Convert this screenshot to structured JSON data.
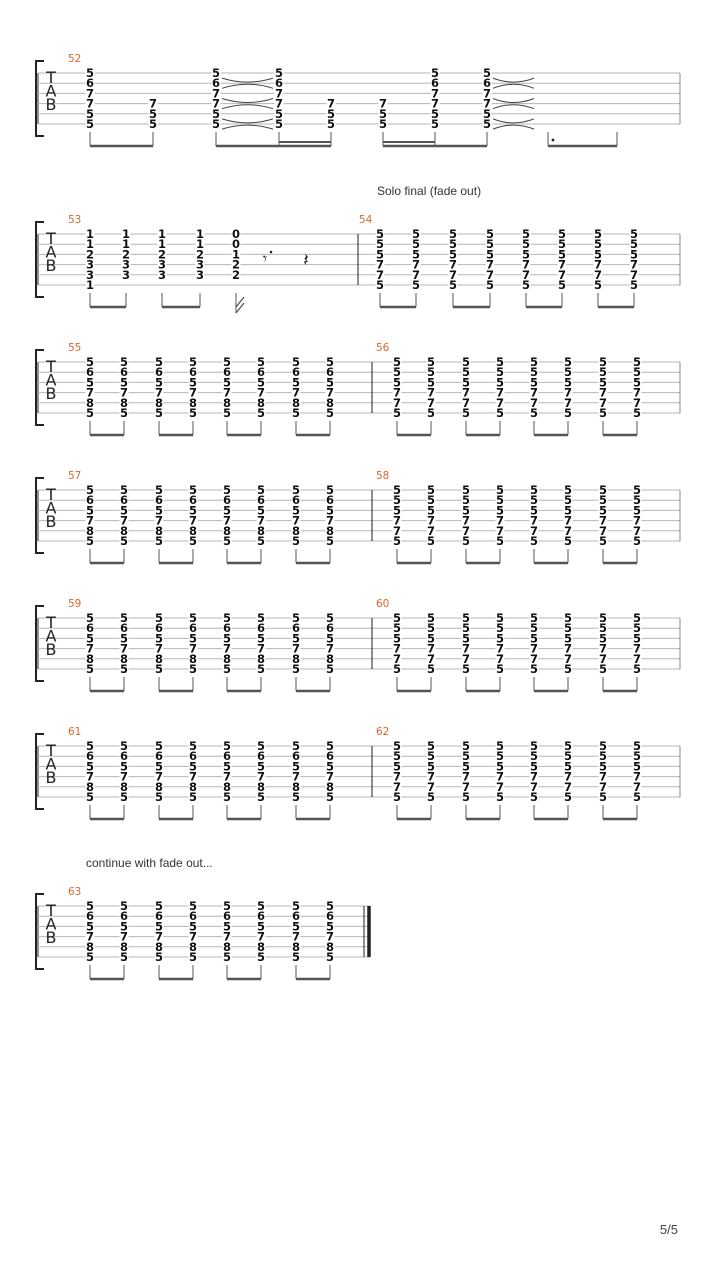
{
  "page_number": "5/5",
  "clef_letters": [
    "T",
    "A",
    "B"
  ],
  "annotations": {
    "solo": "Solo final (fade out)",
    "fade": "continue with fade out..."
  },
  "systems": [
    {
      "measures": [
        {
          "number": "52",
          "beats": [
            [
              "5",
              "6",
              "7",
              "7",
              "5",
              "5"
            ],
            [
              null,
              null,
              null,
              "7",
              "5",
              "5"
            ],
            [
              "5",
              "6",
              "7",
              "7",
              "5",
              "5"
            ],
            [
              "5",
              "6",
              "7",
              "7",
              "5",
              "5"
            ],
            [
              null,
              null,
              null,
              "7",
              "5",
              "5"
            ],
            [
              null,
              null,
              null,
              "7",
              "5",
              "5"
            ],
            [
              "5",
              "6",
              "7",
              "7",
              "5",
              "5"
            ],
            [
              "5",
              "6",
              "7",
              "7",
              "5",
              "5"
            ]
          ]
        }
      ]
    },
    {
      "measures": [
        {
          "number": "53",
          "beats": [
            [
              "1",
              "1",
              "2",
              "3",
              "3",
              "1"
            ],
            [
              "1",
              "1",
              "2",
              "3",
              "3",
              null
            ],
            [
              "1",
              "1",
              "2",
              "3",
              "3",
              null
            ],
            [
              "1",
              "1",
              "2",
              "3",
              "3",
              null
            ],
            [
              "0",
              "0",
              "1",
              "2",
              "2",
              null
            ]
          ]
        },
        {
          "number": "54",
          "beats": [
            [
              "5",
              "5",
              "5",
              "7",
              "7",
              "5"
            ],
            [
              "5",
              "5",
              "5",
              "7",
              "7",
              "5"
            ],
            [
              "5",
              "5",
              "5",
              "7",
              "7",
              "5"
            ],
            [
              "5",
              "5",
              "5",
              "7",
              "7",
              "5"
            ],
            [
              "5",
              "5",
              "5",
              "7",
              "7",
              "5"
            ],
            [
              "5",
              "5",
              "5",
              "7",
              "7",
              "5"
            ],
            [
              "5",
              "5",
              "5",
              "7",
              "7",
              "5"
            ],
            [
              "5",
              "5",
              "5",
              "7",
              "7",
              "5"
            ]
          ]
        }
      ]
    },
    {
      "measures": [
        {
          "number": "55",
          "beats": [
            [
              "5",
              "6",
              "5",
              "7",
              "8",
              "5"
            ],
            [
              "5",
              "6",
              "5",
              "7",
              "8",
              "5"
            ],
            [
              "5",
              "6",
              "5",
              "7",
              "8",
              "5"
            ],
            [
              "5",
              "6",
              "5",
              "7",
              "8",
              "5"
            ],
            [
              "5",
              "6",
              "5",
              "7",
              "8",
              "5"
            ],
            [
              "5",
              "6",
              "5",
              "7",
              "8",
              "5"
            ],
            [
              "5",
              "6",
              "5",
              "7",
              "8",
              "5"
            ],
            [
              "5",
              "6",
              "5",
              "7",
              "8",
              "5"
            ]
          ]
        },
        {
          "number": "56",
          "beats": [
            [
              "5",
              "5",
              "5",
              "7",
              "7",
              "5"
            ],
            [
              "5",
              "5",
              "5",
              "7",
              "7",
              "5"
            ],
            [
              "5",
              "5",
              "5",
              "7",
              "7",
              "5"
            ],
            [
              "5",
              "5",
              "5",
              "7",
              "7",
              "5"
            ],
            [
              "5",
              "5",
              "5",
              "7",
              "7",
              "5"
            ],
            [
              "5",
              "5",
              "5",
              "7",
              "7",
              "5"
            ],
            [
              "5",
              "5",
              "5",
              "7",
              "7",
              "5"
            ],
            [
              "5",
              "5",
              "5",
              "7",
              "7",
              "5"
            ]
          ]
        }
      ]
    },
    {
      "measures": [
        {
          "number": "57",
          "beats": [
            [
              "5",
              "6",
              "5",
              "7",
              "8",
              "5"
            ],
            [
              "5",
              "6",
              "5",
              "7",
              "8",
              "5"
            ],
            [
              "5",
              "6",
              "5",
              "7",
              "8",
              "5"
            ],
            [
              "5",
              "6",
              "5",
              "7",
              "8",
              "5"
            ],
            [
              "5",
              "6",
              "5",
              "7",
              "8",
              "5"
            ],
            [
              "5",
              "6",
              "5",
              "7",
              "8",
              "5"
            ],
            [
              "5",
              "6",
              "5",
              "7",
              "8",
              "5"
            ],
            [
              "5",
              "6",
              "5",
              "7",
              "8",
              "5"
            ]
          ]
        },
        {
          "number": "58",
          "beats": [
            [
              "5",
              "5",
              "5",
              "7",
              "7",
              "5"
            ],
            [
              "5",
              "5",
              "5",
              "7",
              "7",
              "5"
            ],
            [
              "5",
              "5",
              "5",
              "7",
              "7",
              "5"
            ],
            [
              "5",
              "5",
              "5",
              "7",
              "7",
              "5"
            ],
            [
              "5",
              "5",
              "5",
              "7",
              "7",
              "5"
            ],
            [
              "5",
              "5",
              "5",
              "7",
              "7",
              "5"
            ],
            [
              "5",
              "5",
              "5",
              "7",
              "7",
              "5"
            ],
            [
              "5",
              "5",
              "5",
              "7",
              "7",
              "5"
            ]
          ]
        }
      ]
    },
    {
      "measures": [
        {
          "number": "59",
          "beats": [
            [
              "5",
              "6",
              "5",
              "7",
              "8",
              "5"
            ],
            [
              "5",
              "6",
              "5",
              "7",
              "8",
              "5"
            ],
            [
              "5",
              "6",
              "5",
              "7",
              "8",
              "5"
            ],
            [
              "5",
              "6",
              "5",
              "7",
              "8",
              "5"
            ],
            [
              "5",
              "6",
              "5",
              "7",
              "8",
              "5"
            ],
            [
              "5",
              "6",
              "5",
              "7",
              "8",
              "5"
            ],
            [
              "5",
              "6",
              "5",
              "7",
              "8",
              "5"
            ],
            [
              "5",
              "6",
              "5",
              "7",
              "8",
              "5"
            ]
          ]
        },
        {
          "number": "60",
          "beats": [
            [
              "5",
              "5",
              "5",
              "7",
              "7",
              "5"
            ],
            [
              "5",
              "5",
              "5",
              "7",
              "7",
              "5"
            ],
            [
              "5",
              "5",
              "5",
              "7",
              "7",
              "5"
            ],
            [
              "5",
              "5",
              "5",
              "7",
              "7",
              "5"
            ],
            [
              "5",
              "5",
              "5",
              "7",
              "7",
              "5"
            ],
            [
              "5",
              "5",
              "5",
              "7",
              "7",
              "5"
            ],
            [
              "5",
              "5",
              "5",
              "7",
              "7",
              "5"
            ],
            [
              "5",
              "5",
              "5",
              "7",
              "7",
              "5"
            ]
          ]
        }
      ]
    },
    {
      "measures": [
        {
          "number": "61",
          "beats": [
            [
              "5",
              "6",
              "5",
              "7",
              "8",
              "5"
            ],
            [
              "5",
              "6",
              "5",
              "7",
              "8",
              "5"
            ],
            [
              "5",
              "6",
              "5",
              "7",
              "8",
              "5"
            ],
            [
              "5",
              "6",
              "5",
              "7",
              "8",
              "5"
            ],
            [
              "5",
              "6",
              "5",
              "7",
              "8",
              "5"
            ],
            [
              "5",
              "6",
              "5",
              "7",
              "8",
              "5"
            ],
            [
              "5",
              "6",
              "5",
              "7",
              "8",
              "5"
            ],
            [
              "5",
              "6",
              "5",
              "7",
              "8",
              "5"
            ]
          ]
        },
        {
          "number": "62",
          "beats": [
            [
              "5",
              "5",
              "5",
              "7",
              "7",
              "5"
            ],
            [
              "5",
              "5",
              "5",
              "7",
              "7",
              "5"
            ],
            [
              "5",
              "5",
              "5",
              "7",
              "7",
              "5"
            ],
            [
              "5",
              "5",
              "5",
              "7",
              "7",
              "5"
            ],
            [
              "5",
              "5",
              "5",
              "7",
              "7",
              "5"
            ],
            [
              "5",
              "5",
              "5",
              "7",
              "7",
              "5"
            ],
            [
              "5",
              "5",
              "5",
              "7",
              "7",
              "5"
            ],
            [
              "5",
              "5",
              "5",
              "7",
              "7",
              "5"
            ]
          ]
        }
      ]
    },
    {
      "measures": [
        {
          "number": "63",
          "beats": [
            [
              "5",
              "6",
              "5",
              "7",
              "8",
              "5"
            ],
            [
              "5",
              "6",
              "5",
              "7",
              "8",
              "5"
            ],
            [
              "5",
              "6",
              "5",
              "7",
              "8",
              "5"
            ],
            [
              "5",
              "6",
              "5",
              "7",
              "8",
              "5"
            ],
            [
              "5",
              "6",
              "5",
              "7",
              "8",
              "5"
            ],
            [
              "5",
              "6",
              "5",
              "7",
              "8",
              "5"
            ],
            [
              "5",
              "6",
              "5",
              "7",
              "8",
              "5"
            ],
            [
              "5",
              "6",
              "5",
              "7",
              "8",
              "5"
            ]
          ]
        }
      ]
    }
  ],
  "colors": {
    "measure_number": "#e0662a",
    "staff_line": "#b5b5b5",
    "fret": "#111111",
    "beam": "#555555"
  }
}
